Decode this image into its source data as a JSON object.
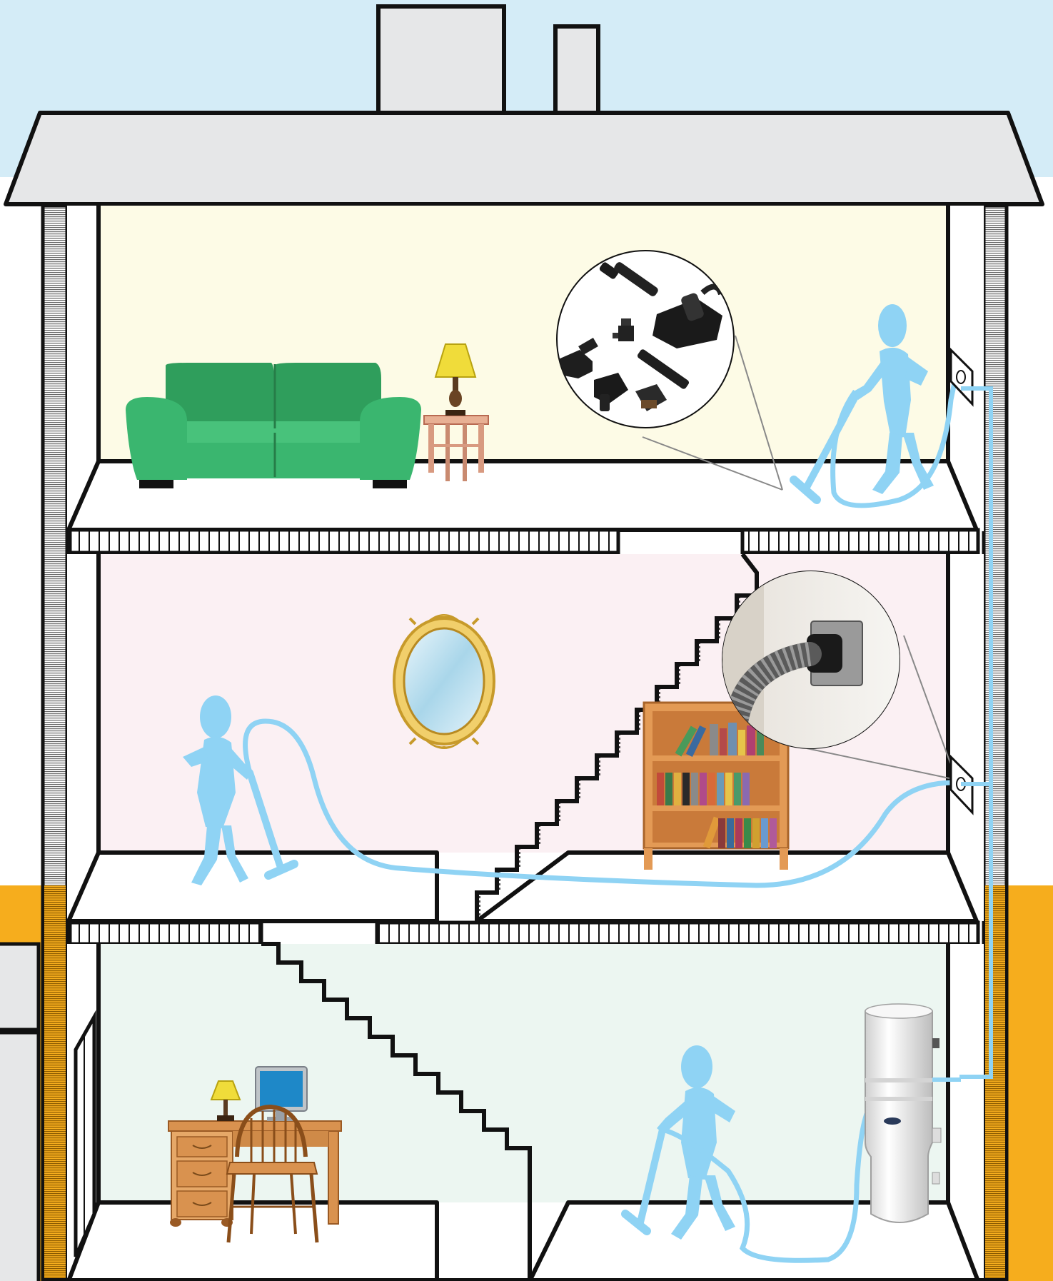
{
  "colors": {
    "sky": "#d4ecf7",
    "ground": "#f6ad1d",
    "roof": "#e6e7e8",
    "outline": "#111111",
    "floor_top": "#fdfbe6",
    "floor_middle": "#fbf0f3",
    "floor_bottom": "#ecf6f1",
    "hose_blue": "#8fd3f4",
    "person_blue": "#8fd3f4",
    "sofa_green": "#3ab66f",
    "wood": "#d9924f",
    "unit_white": "#f2f2f2"
  },
  "floors": [
    {
      "name": "top-floor",
      "items": [
        "sofa",
        "table-lamp",
        "side-table",
        "person-vacuuming",
        "wall-inlet",
        "attachments-callout"
      ]
    },
    {
      "name": "middle-floor",
      "items": [
        "oval-mirror",
        "bookshelf",
        "staircase",
        "person-vacuuming",
        "wall-inlet",
        "inlet-callout"
      ]
    },
    {
      "name": "basement",
      "items": [
        "desk",
        "chair",
        "monitor",
        "desk-lamp",
        "staircase",
        "person-vacuuming",
        "central-vacuum-unit",
        "door"
      ]
    }
  ],
  "central_unit": {
    "brand_badge": "",
    "icon": "central-vacuum-unit-icon"
  },
  "attachments": [
    "floor-brush",
    "carpet-head",
    "crevice-tool",
    "dusting-brush",
    "upholstery-tool",
    "swivel-adapter"
  ]
}
